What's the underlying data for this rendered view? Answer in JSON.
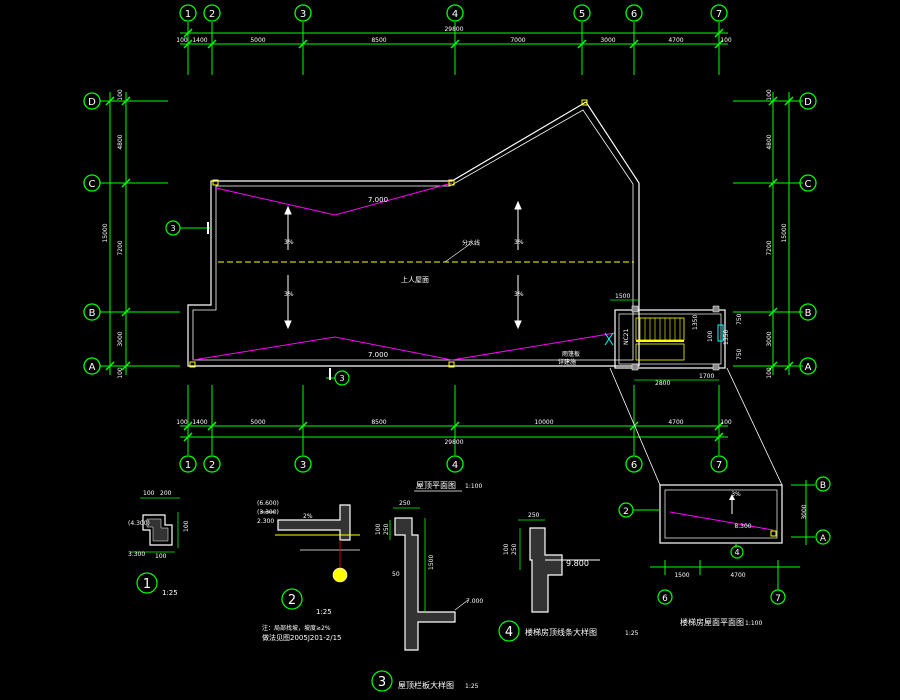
{
  "colors": {
    "background": "#000000",
    "grid_line": "#00ff00",
    "wall": "#ffffff",
    "slope_line": "#ff00ff",
    "center_line": "#ffff00",
    "text_white": "#ffffff",
    "bubble": "#00ff00",
    "stair": "#ffff00",
    "door": "#00ffff"
  },
  "top_axes": [
    "1",
    "2",
    "3",
    "4",
    "5",
    "6",
    "7"
  ],
  "bottom_axes": [
    "1",
    "2",
    "3",
    "4",
    "6",
    "7"
  ],
  "side_axes": [
    "D",
    "C",
    "B",
    "A"
  ],
  "top_dims": {
    "segments": [
      "100",
      "1400",
      "5000",
      "8500",
      "7000",
      "3000",
      "4700",
      "100"
    ],
    "total": "29800"
  },
  "bottom_dims": {
    "segments": [
      "100",
      "1400",
      "5000",
      "8500",
      "10000",
      "4700",
      "100"
    ],
    "total": "29800"
  },
  "left_dims": {
    "segments": [
      "100",
      "4800",
      "7200",
      "3000",
      "100"
    ],
    "total": "15000"
  },
  "right_dims": {
    "segments": [
      "100",
      "4800",
      "7200",
      "3000",
      "100"
    ],
    "total": "15000"
  },
  "plan": {
    "elev_top": "7.000",
    "elev_bottom": "7.000",
    "slope": "3%",
    "ridge_label": "分水线",
    "roof_label": "上人屋面",
    "section_marker": "3",
    "stair_dims": [
      "1500",
      "2800",
      "1700",
      "750",
      "750",
      "100",
      "1350",
      "1350",
      "NC21"
    ],
    "stair_note_1": "雨篷板",
    "stair_note_2": "详建施",
    "title": "屋顶平面图",
    "title_scale": "1:100"
  },
  "small_plan": {
    "axes": [
      "B",
      "A",
      "2",
      "4",
      "6",
      "7"
    ],
    "slope": "3%",
    "elev": "8.300",
    "dim_height": "3000",
    "dims": [
      "1500",
      "4700"
    ],
    "title": "楼梯房屋面平面图",
    "title_scale": "1:100"
  },
  "details": {
    "d1": {
      "number": "1",
      "scale": "1:25",
      "dims": [
        "100",
        "200",
        "(4.300)",
        "3.300",
        "100",
        "100"
      ]
    },
    "d2": {
      "number": "2",
      "scale": "1:25",
      "dims": [
        "(6.600)",
        "(3.300)",
        "2.300",
        "2%"
      ],
      "note1": "注：局部找坡，坡度≥2%",
      "note2": "做法见图2005J201-2/15"
    },
    "d3": {
      "number": "3",
      "title": "屋顶栏板大样图",
      "scale": "1:25",
      "dims": [
        "250",
        "100",
        "250",
        "1500",
        "50",
        "7.000"
      ]
    },
    "d4": {
      "number": "4",
      "title": "楼梯房顶线条大样图",
      "scale": "1:25",
      "dims": [
        "250",
        "100",
        "250",
        "9.800"
      ]
    }
  }
}
